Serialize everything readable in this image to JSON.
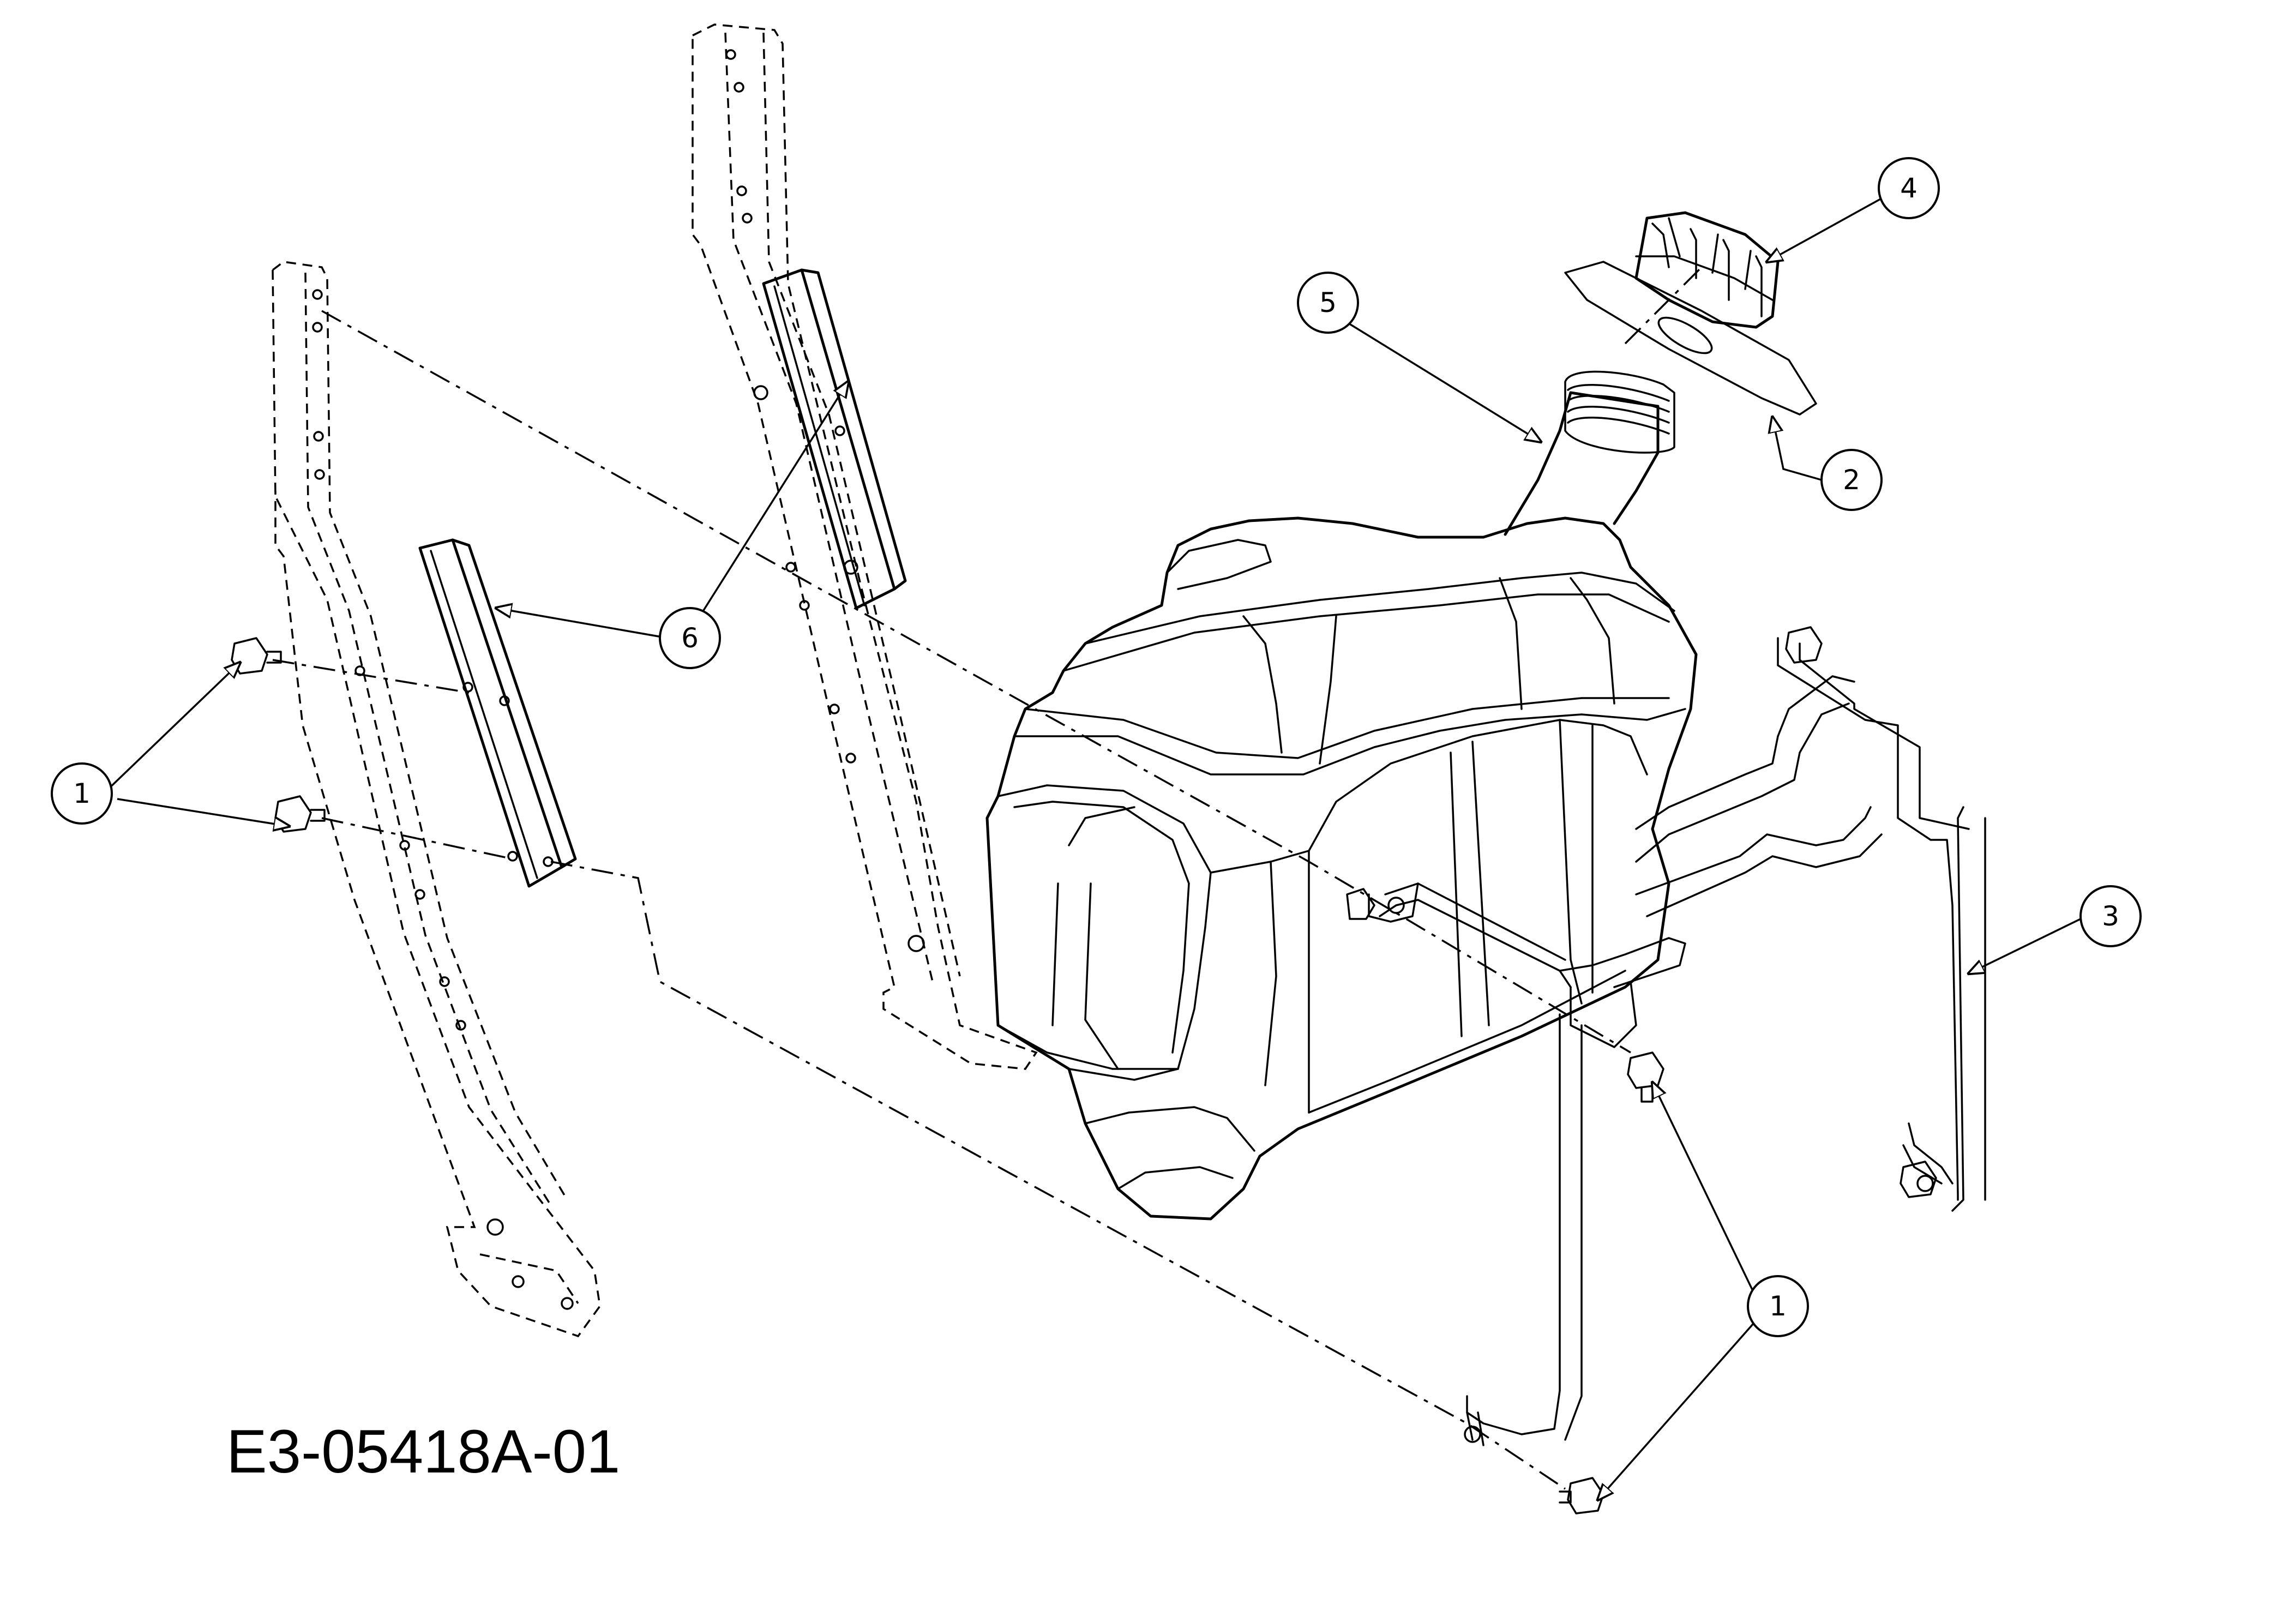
{
  "callouts": {
    "c1a": "1",
    "c1b": "1",
    "c2": "2",
    "c3": "3",
    "c4": "4",
    "c5": "5",
    "c6": "6"
  },
  "drawing_code": "E3-05418A-01"
}
